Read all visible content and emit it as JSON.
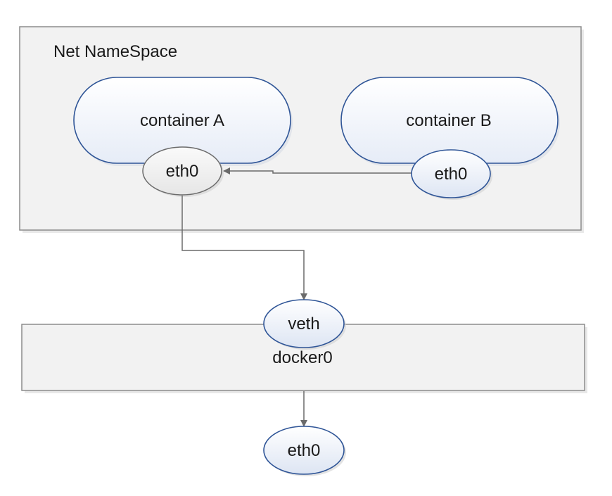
{
  "namespace": {
    "label": "Net NameSpace"
  },
  "container_a": {
    "label": "container A",
    "iface": "eth0"
  },
  "container_b": {
    "label": "container B",
    "iface": "eth0"
  },
  "bridge": {
    "label": "docker0",
    "veth": "veth"
  },
  "host": {
    "iface": "eth0"
  },
  "colors": {
    "frame_fill": "#f2f2f2",
    "frame_stroke": "#8c8c8c",
    "container_stroke": "#2f5597",
    "container_fill_top": "#ffffff",
    "container_fill_bottom": "#e6ecf7",
    "ellipse_fill_top": "#ffffff",
    "ellipse_fill_bottom": "#dde5f3",
    "gray_ellipse_fill": "#efefef",
    "connector": "#6b6b6b"
  }
}
